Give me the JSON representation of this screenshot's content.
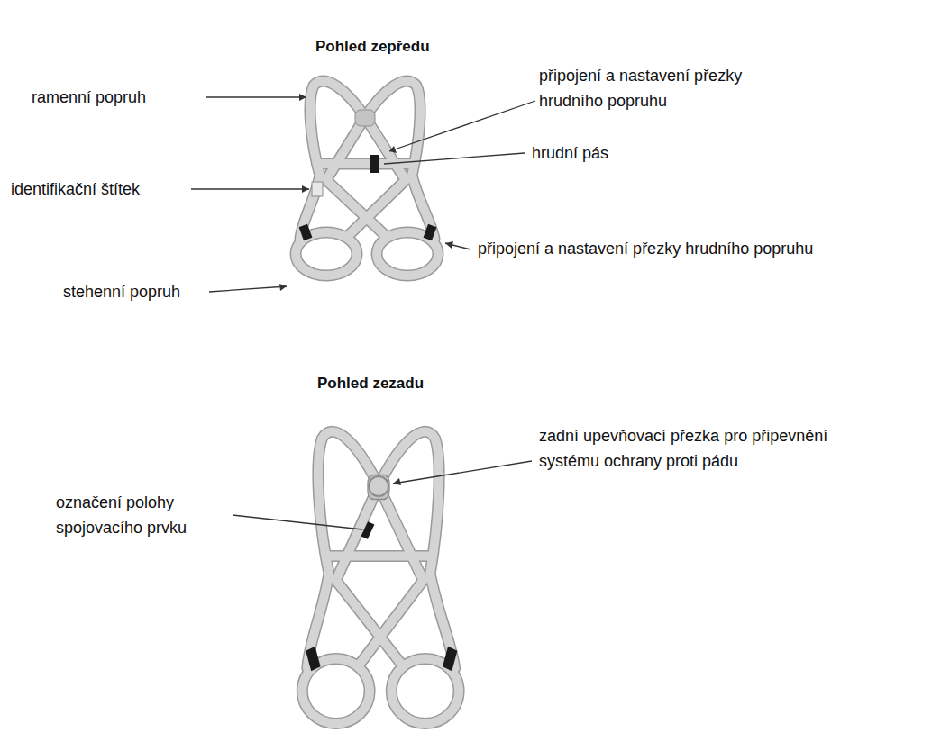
{
  "diagram": {
    "labels": [
      "Pohled zepředu",
      "ramenní popruh",
      "připojení a nastavení přezky hrudního popruhu",
      "identifikační štítek",
      "hrudní pás",
      "připojení a nastavení přezky hrudního popruhu",
      "stehenní popruh",
      "Pohled zezadu",
      "zadní upevňovací přezka pro připevnění systému ochrany proti pádu",
      "označení polohy spojovacího prvku"
    ]
  }
}
